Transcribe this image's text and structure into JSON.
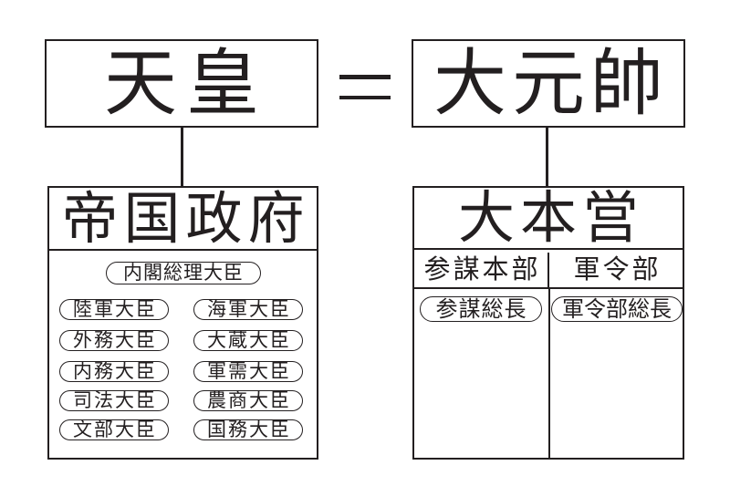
{
  "colors": {
    "ink": "#231f20",
    "background": "#ffffff"
  },
  "emperor": {
    "label": "天皇"
  },
  "equals_symbol": "＝",
  "supreme_commander": {
    "label": "大元帥"
  },
  "government": {
    "title": "帝国政府",
    "prime_minister": "内閣総理大臣",
    "ministers": [
      [
        "陸軍大臣",
        "海軍大臣"
      ],
      [
        "外務大臣",
        "大蔵大臣"
      ],
      [
        "内務大臣",
        "軍需大臣"
      ],
      [
        "司法大臣",
        "農商大臣"
      ],
      [
        "文部大臣",
        "国務大臣"
      ]
    ]
  },
  "headquarters": {
    "title": "大本営",
    "branches": [
      {
        "name": "参謀本部",
        "chief": "参謀総長"
      },
      {
        "name": "軍令部",
        "chief": "軍令部総長"
      }
    ]
  }
}
